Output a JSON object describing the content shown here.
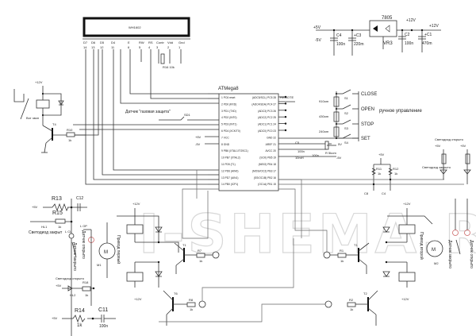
{
  "watermark": "I-SHEMA.RU",
  "lcd": {
    "name": "WH1602",
    "pins": [
      {
        "label": "D7",
        "num": "14"
      },
      {
        "label": "D6",
        "num": "13"
      },
      {
        "label": "D5",
        "num": "12"
      },
      {
        "label": "D4",
        "num": "11"
      },
      {
        "label": "E",
        "num": "6"
      },
      {
        "label": "RW",
        "num": "5"
      },
      {
        "label": "RS",
        "num": "4"
      },
      {
        "label": "Contr",
        "num": "3"
      },
      {
        "label": "Vdd",
        "num": "2"
      },
      {
        "label": "Gnd",
        "num": "1"
      }
    ],
    "pot_label": "R16 10k"
  },
  "power_supply": {
    "regulator": "7805",
    "regulator_ref": "VR3",
    "in_label": "+5V",
    "gnd_label": "-5V",
    "out_label": "+12V",
    "out_label_top": "+12V",
    "caps": [
      {
        "ref": "C4",
        "value": "100n"
      },
      {
        "ref": "+C3",
        "value": "220m"
      },
      {
        "ref": "C2",
        "value": "100n"
      },
      {
        "ref": "+C1",
        "value": "470m"
      }
    ]
  },
  "mcu": {
    "name": "ATMega8",
    "left_pins": [
      "1 PC6 reset",
      "2 PD0 (RXD)",
      "3 PD1 (TXD)",
      "4 PD2 (INT0)",
      "5 PD3 (INT1)",
      "6 PD4 (XCK/T0)",
      "7 VCC",
      "8 GND",
      "9 PB6 (XTAL1/TOSC1)",
      "10 PB7 (XTAL2)",
      "11 PD5 (T1)",
      "12 PD6 (AIN0)",
      "13 PD7 (AIN1)",
      "14 PB0 (ICP1)"
    ],
    "right_pins": [
      "(ADC5/SCL) PC5 28",
      "(ADC4/SDA) PC4 27",
      "(ADC3) PC3 26",
      "(ADC2) PC2 25",
      "(ADC1) PC1 24",
      "(ADC0) PC0 23",
      "GND 22",
      "AREF 21",
      "AVCC 20",
      "(SCK) PB5 19",
      "(MISO) PB4 18",
      "(MOSI/OC2) PB3 17",
      "(SS/OC1B) PB2 16",
      "(OC1A) PB1 15"
    ],
    "vcc_label": "+5V",
    "gnd_label": "-5V"
  },
  "remote": {
    "title": "REMOTE",
    "mode_label": "ручное управление",
    "buttons": [
      {
        "ref": "S1",
        "label": "CLOSE",
        "res": "910om"
      },
      {
        "ref": "S2",
        "label": "OPEN",
        "res": "430om"
      },
      {
        "ref": "S3",
        "label": "STOP",
        "res": "240om"
      },
      {
        "ref": "S4",
        "label": "SET",
        "res": ""
      }
    ],
    "pot": "R 5kom",
    "c5": "C5",
    "c5_value": "100n",
    "c6_value": "100n",
    "l_value": "10mH",
    "p5v": "5V",
    "m5v": "-5V"
  },
  "relay_left": {
    "supply": "+12V",
    "contact_label": "Вот звон",
    "transistor": "T4",
    "resistor": "R10",
    "resistor_value": "1k"
  },
  "protect_sensor": {
    "label": "Датчик \"газовая защита\"",
    "ref": "SD1"
  },
  "right_inputs": {
    "supply": "+5V",
    "r11": "R11",
    "r12": "R12",
    "r_value": "1k",
    "c8": "C8",
    "c9": "C4",
    "led_opened": "Светодиод открыто",
    "led_closed": "Светодиод закрыто",
    "led_supply": "+5V"
  },
  "left_sensors": {
    "r13": "R13",
    "c12": "C12",
    "in_label": "+5V",
    "r15": "R15",
    "r15_value": "1k",
    "led_ref": "HL1",
    "led_closed": "Светодиод закрыт",
    "sensor_closed": "Датчик закрыто",
    "sensor_opened": "Датчик открыто",
    "l_cl": "L CL",
    "l_op": "L OP",
    "led2_label": "Светодиод открыто",
    "led2_ref": "HL2",
    "r18": "R18",
    "r18_value": "1k",
    "supply": "+5V"
  },
  "motor_left": {
    "label": "Привод первый",
    "ref": "M1",
    "supply_top": "+12V",
    "supply_bot": "+12V",
    "t1": "T1",
    "r7": "R7",
    "r_value": "1k",
    "t6": "T6",
    "r8": "R8"
  },
  "motor_right": {
    "label": "Привод второй",
    "ref": "M2",
    "supply_top": "+12V",
    "supply_bot": "+12V",
    "t": "T1",
    "r": "R1",
    "r_value": "1k",
    "t2": "T2",
    "r2": "R2"
  },
  "right_sensors": {
    "closed": "Датчик закрыто",
    "opened": "Датчик открыто"
  },
  "bottom_rc": {
    "in_label": "+5V",
    "r14": "R14",
    "r14_value": "1k",
    "c11": "C11",
    "c11_value": "100n"
  }
}
